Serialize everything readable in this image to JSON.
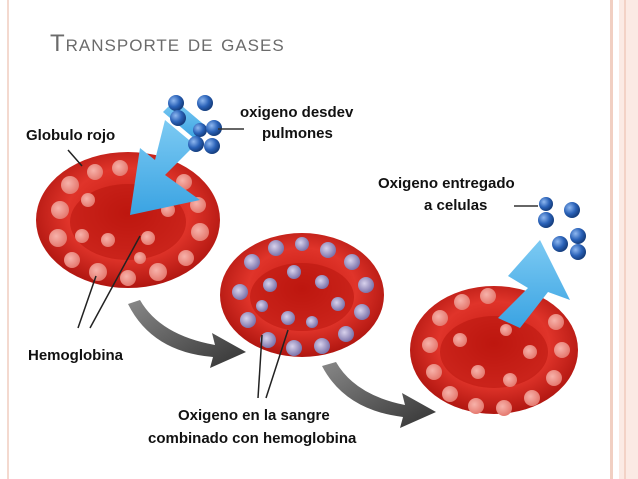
{
  "slide": {
    "title": "Transporte de gases"
  },
  "labels": {
    "red_cell": "Globulo rojo",
    "oxygen_from_lungs_line1": "oxigeno desdev",
    "oxygen_from_lungs_line2": "pulmones",
    "oxygen_delivered_line1": "Oxigeno entregado",
    "oxygen_delivered_line2": "a celulas",
    "hemoglobin": "Hemoglobina",
    "blood_oxygen_line1": "Oxigeno en la sangre",
    "blood_oxygen_line2": "combinado con hemoglobina"
  },
  "colors": {
    "cell_red": "#d9261c",
    "cell_dark": "#a50f0a",
    "spot_pink": "#f08a80",
    "oxygen_blue": "#2a62b8",
    "arrow_cyan": "#4fb3ea",
    "arrow_gray": "#555555"
  }
}
